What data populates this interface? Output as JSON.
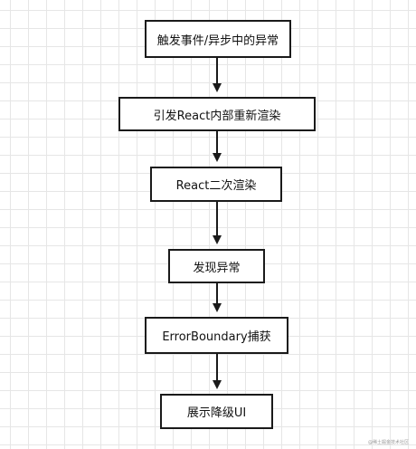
{
  "diagram": {
    "nodes": [
      {
        "id": "n1",
        "label": "触发事件/异步中的异常"
      },
      {
        "id": "n2",
        "label": "引发React内部重新渲染"
      },
      {
        "id": "n3",
        "label": "React二次渲染"
      },
      {
        "id": "n4",
        "label": "发现异常"
      },
      {
        "id": "n5",
        "label": "ErrorBoundary捕获"
      },
      {
        "id": "n6",
        "label": "展示降级UI"
      }
    ],
    "edges": [
      {
        "from": "n1",
        "to": "n2"
      },
      {
        "from": "n2",
        "to": "n3"
      },
      {
        "from": "n3",
        "to": "n4"
      },
      {
        "from": "n4",
        "to": "n5"
      },
      {
        "from": "n5",
        "to": "n6"
      }
    ],
    "colors": {
      "stroke": "#1a1a1a",
      "grid": "#e6e6e6",
      "background": "#ffffff"
    }
  },
  "watermark": "@稀土掘金技术社区"
}
